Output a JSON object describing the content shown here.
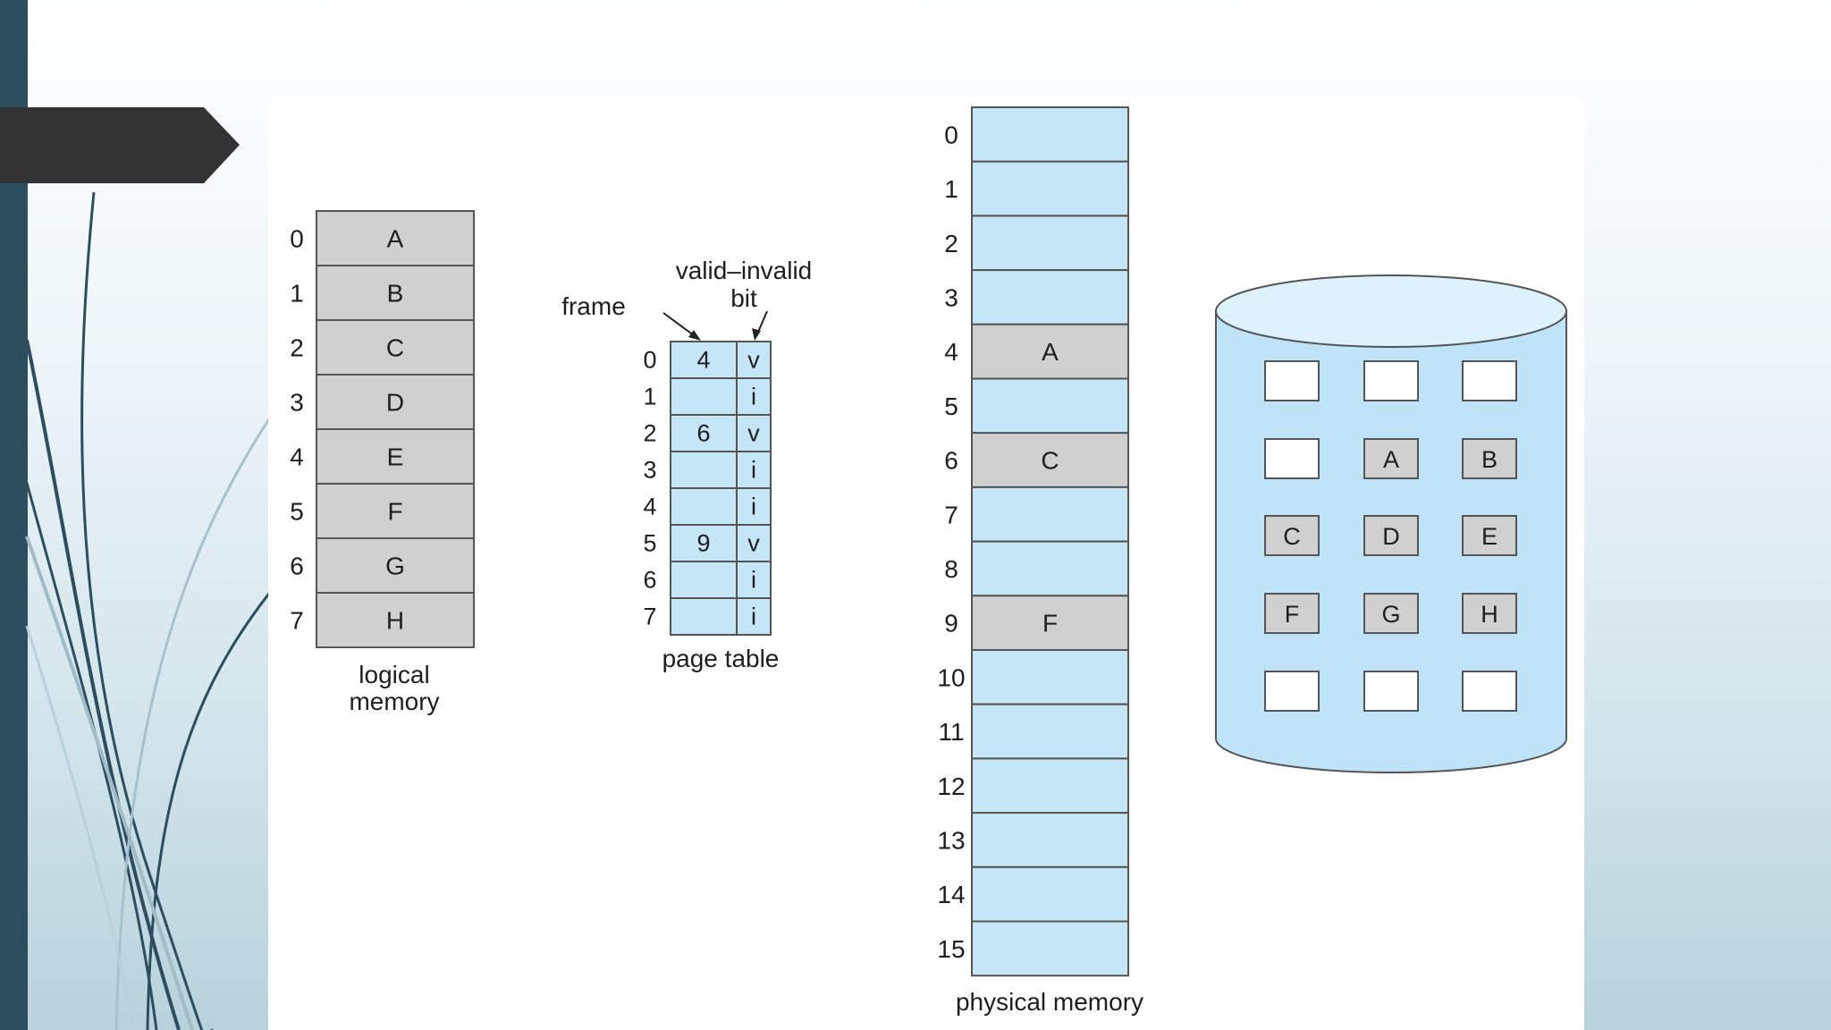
{
  "colors": {
    "sidebar": "#2c4e5f",
    "title_arrow": "#333333",
    "memory_blue": "#c5e6f7",
    "page_gray": "#d0d0d0",
    "disk_blue": "#bfe3f8",
    "outline": "#555555"
  },
  "logical_memory": {
    "label_line1": "logical",
    "label_line2": "memory",
    "pages": [
      {
        "index": "0",
        "content": "A"
      },
      {
        "index": "1",
        "content": "B"
      },
      {
        "index": "2",
        "content": "C"
      },
      {
        "index": "3",
        "content": "D"
      },
      {
        "index": "4",
        "content": "E"
      },
      {
        "index": "5",
        "content": "F"
      },
      {
        "index": "6",
        "content": "G"
      },
      {
        "index": "7",
        "content": "H"
      }
    ]
  },
  "page_table": {
    "label": "page table",
    "frame_label": "frame",
    "valid_label_line1": "valid–invalid",
    "valid_label_line2": "bit",
    "rows": [
      {
        "index": "0",
        "frame": "4",
        "bit": "v"
      },
      {
        "index": "1",
        "frame": "",
        "bit": "i"
      },
      {
        "index": "2",
        "frame": "6",
        "bit": "v"
      },
      {
        "index": "3",
        "frame": "",
        "bit": "i"
      },
      {
        "index": "4",
        "frame": "",
        "bit": "i"
      },
      {
        "index": "5",
        "frame": "9",
        "bit": "v"
      },
      {
        "index": "6",
        "frame": "",
        "bit": "i"
      },
      {
        "index": "7",
        "frame": "",
        "bit": "i"
      }
    ]
  },
  "physical_memory": {
    "label": "physical memory",
    "frames": [
      {
        "index": "0",
        "content": ""
      },
      {
        "index": "1",
        "content": ""
      },
      {
        "index": "2",
        "content": ""
      },
      {
        "index": "3",
        "content": ""
      },
      {
        "index": "4",
        "content": "A"
      },
      {
        "index": "5",
        "content": ""
      },
      {
        "index": "6",
        "content": "C"
      },
      {
        "index": "7",
        "content": ""
      },
      {
        "index": "8",
        "content": ""
      },
      {
        "index": "9",
        "content": "F"
      },
      {
        "index": "10",
        "content": ""
      },
      {
        "index": "11",
        "content": ""
      },
      {
        "index": "12",
        "content": ""
      },
      {
        "index": "13",
        "content": ""
      },
      {
        "index": "14",
        "content": ""
      },
      {
        "index": "15",
        "content": ""
      }
    ]
  },
  "backing_store": {
    "rows": [
      [
        "",
        "",
        ""
      ],
      [
        "",
        "A",
        "B"
      ],
      [
        "C",
        "D",
        "E"
      ],
      [
        "F",
        "G",
        "H"
      ],
      [
        "",
        "",
        ""
      ]
    ]
  }
}
